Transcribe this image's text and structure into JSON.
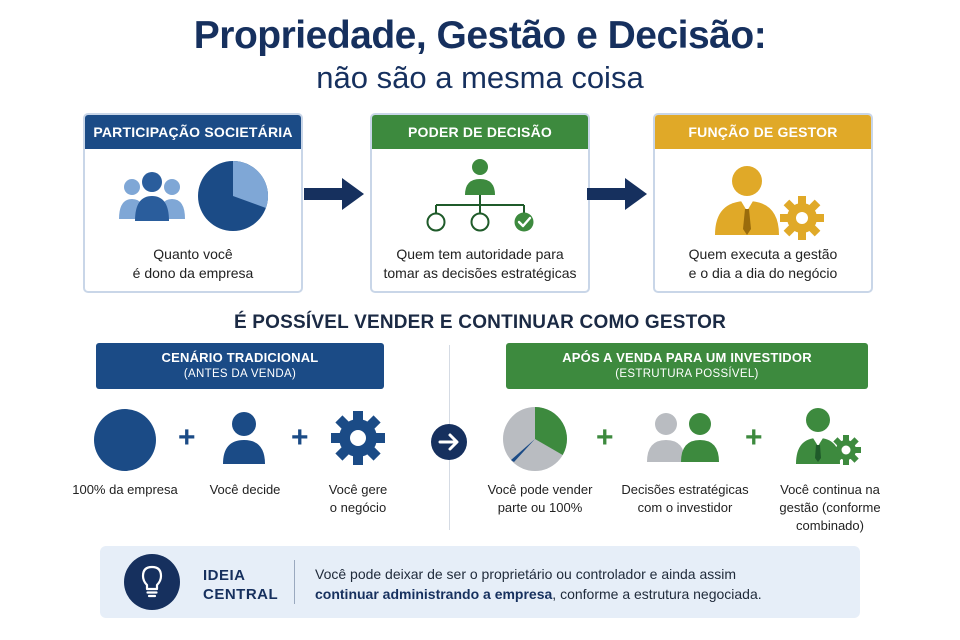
{
  "title": "Propriedade, Gestão e Decisão:",
  "subtitle": "não são a mesma coisa",
  "cards": [
    {
      "header": "PARTICIPAÇÃO SOCIETÁRIA",
      "line1": "Quanto você",
      "line2": "é dono da empresa",
      "color": "#1b4b86"
    },
    {
      "header": "PODER DE DECISÃO",
      "line1": "Quem tem autoridade para",
      "line2": "tomar as decisões estratégicas",
      "color": "#3d8a3e"
    },
    {
      "header": "FUNÇÃO DE GESTOR",
      "line1": "Quem executa a gestão",
      "line2": "e o dia a dia do negócio",
      "color": "#e0a928"
    }
  ],
  "section_title": "É POSSÍVEL VENDER E CONTINUAR COMO GESTOR",
  "traditional": {
    "title": "CENÁRIO TRADICIONAL",
    "subtitle": "(ANTES DA VENDA)",
    "color": "#1b4b86",
    "captions": {
      "ownership": "100% da empresa",
      "decide": "Você decide",
      "manage_1": "Você gere",
      "manage_2": "o negócio"
    }
  },
  "after_sale": {
    "title": "APÓS A VENDA PARA UM INVESTIDOR",
    "subtitle": "(ESTRUTURA POSSÍVEL)",
    "color": "#3d8a3e",
    "captions": {
      "sell_1": "Você pode vender",
      "sell_2": "parte ou 100%",
      "decide_1": "Decisões estratégicas",
      "decide_2": "com o investidor",
      "manage_1": "Você continua na",
      "manage_2": "gestão (conforme",
      "manage_3": "combinado)"
    }
  },
  "idea": {
    "label_1": "IDEIA",
    "label_2": "CENTRAL",
    "text_1": "Você pode deixar de ser o proprietário ou controlador e ainda assim",
    "text_bold": "continuar administrando a empresa",
    "text_2": ", conforme a estrutura negociada.",
    "icon": "lightbulb-icon"
  },
  "colors": {
    "navy": "#1b4b86",
    "green": "#3d8a3e",
    "gold": "#e0a928",
    "dark": "#16305e",
    "light_blue": "#7fa7d6",
    "gray": "#b9bcc1"
  }
}
